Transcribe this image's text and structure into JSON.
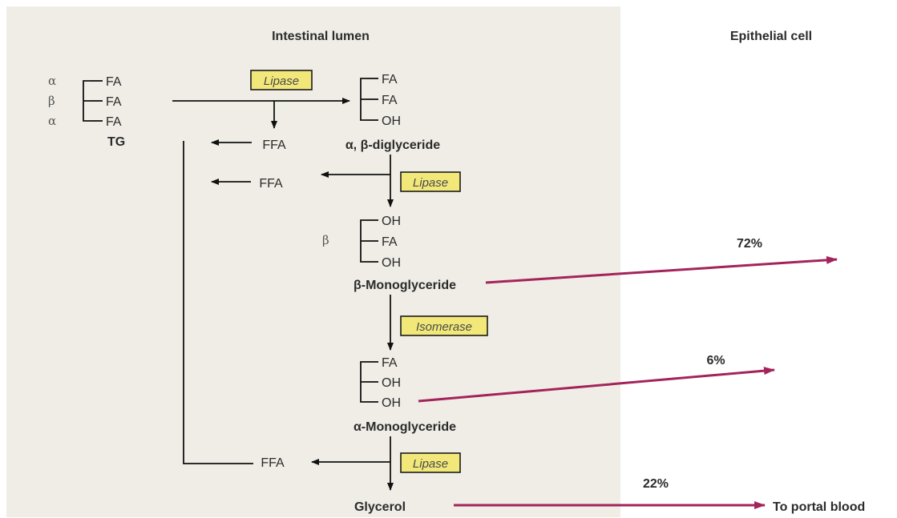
{
  "regions": {
    "lumen_label": "Intestinal lumen",
    "cell_label": "Epithelial cell"
  },
  "triglyceride": {
    "positions": [
      "α",
      "β",
      "α"
    ],
    "groups": [
      "FA",
      "FA",
      "FA"
    ],
    "name": "TG"
  },
  "diglyceride": {
    "groups": [
      "FA",
      "FA",
      "OH"
    ],
    "name": "α, β-diglyceride"
  },
  "beta_monoglyceride": {
    "position": "β",
    "groups": [
      "OH",
      "FA",
      "OH"
    ],
    "name": "β-Monoglyceride"
  },
  "alpha_monoglyceride": {
    "groups": [
      "FA",
      "OH",
      "OH"
    ],
    "name": "α-Monoglyceride"
  },
  "glycerol": {
    "name": "Glycerol"
  },
  "ffa": [
    "FFA",
    "FFA",
    "FFA"
  ],
  "enzymes": [
    "Lipase",
    "Lipase",
    "Isomerase",
    "Lipase"
  ],
  "absorption": {
    "beta_monoglyceride_pct": "72%",
    "alpha_monoglyceride_pct": "6%",
    "glycerol_pct": "22%",
    "glycerol_destination": "To portal blood"
  },
  "colors": {
    "lumen_background": "#efede6",
    "enzyme_box": "#f2e87a",
    "absorption_arrow": "#a3245a"
  }
}
